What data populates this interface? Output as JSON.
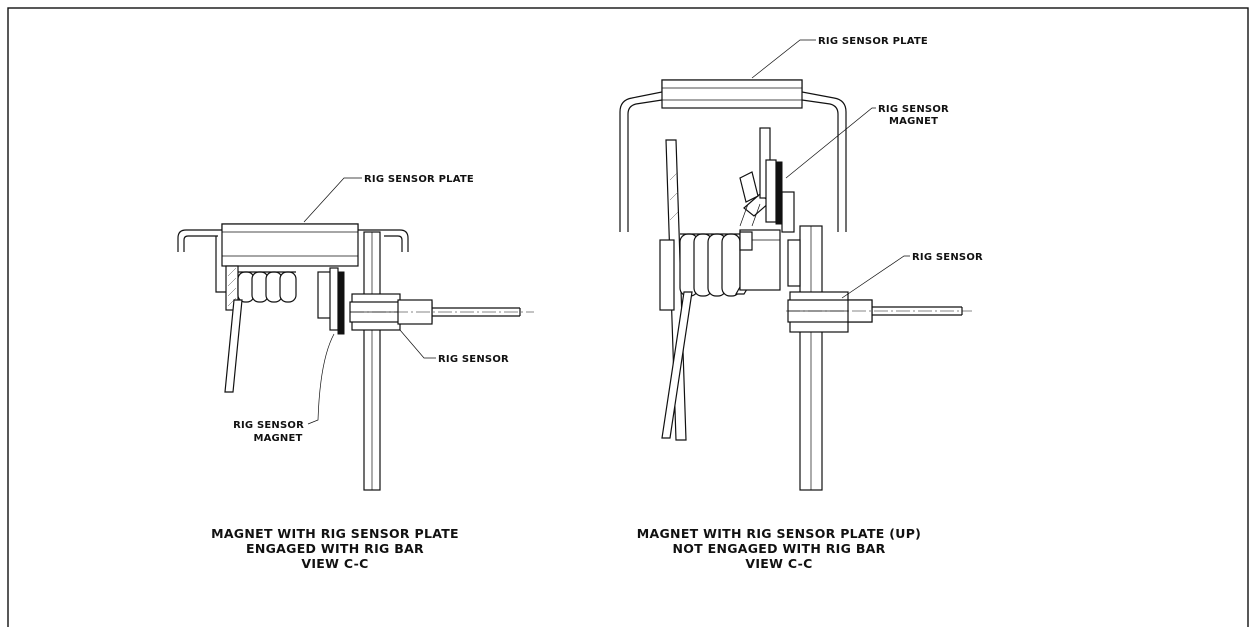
{
  "left_view": {
    "plate_label": "RIG SENSOR PLATE",
    "sensor_label": "RIG SENSOR",
    "magnet_label_line1": "RIG SENSOR",
    "magnet_label_line2": "MAGNET",
    "caption_line1": "MAGNET WITH RIG SENSOR PLATE",
    "caption_line2": "ENGAGED WITH RIG BAR",
    "caption_line3": "VIEW C-C"
  },
  "right_view": {
    "plate_label": "RIG SENSOR PLATE",
    "magnet_label_line1": "RIG SENSOR",
    "magnet_label_line2": "MAGNET",
    "sensor_label": "RIG SENSOR",
    "caption_line1": "MAGNET WITH RIG SENSOR PLATE (UP)",
    "caption_line2": "NOT ENGAGED WITH RIG BAR",
    "caption_line3": "VIEW C-C"
  }
}
